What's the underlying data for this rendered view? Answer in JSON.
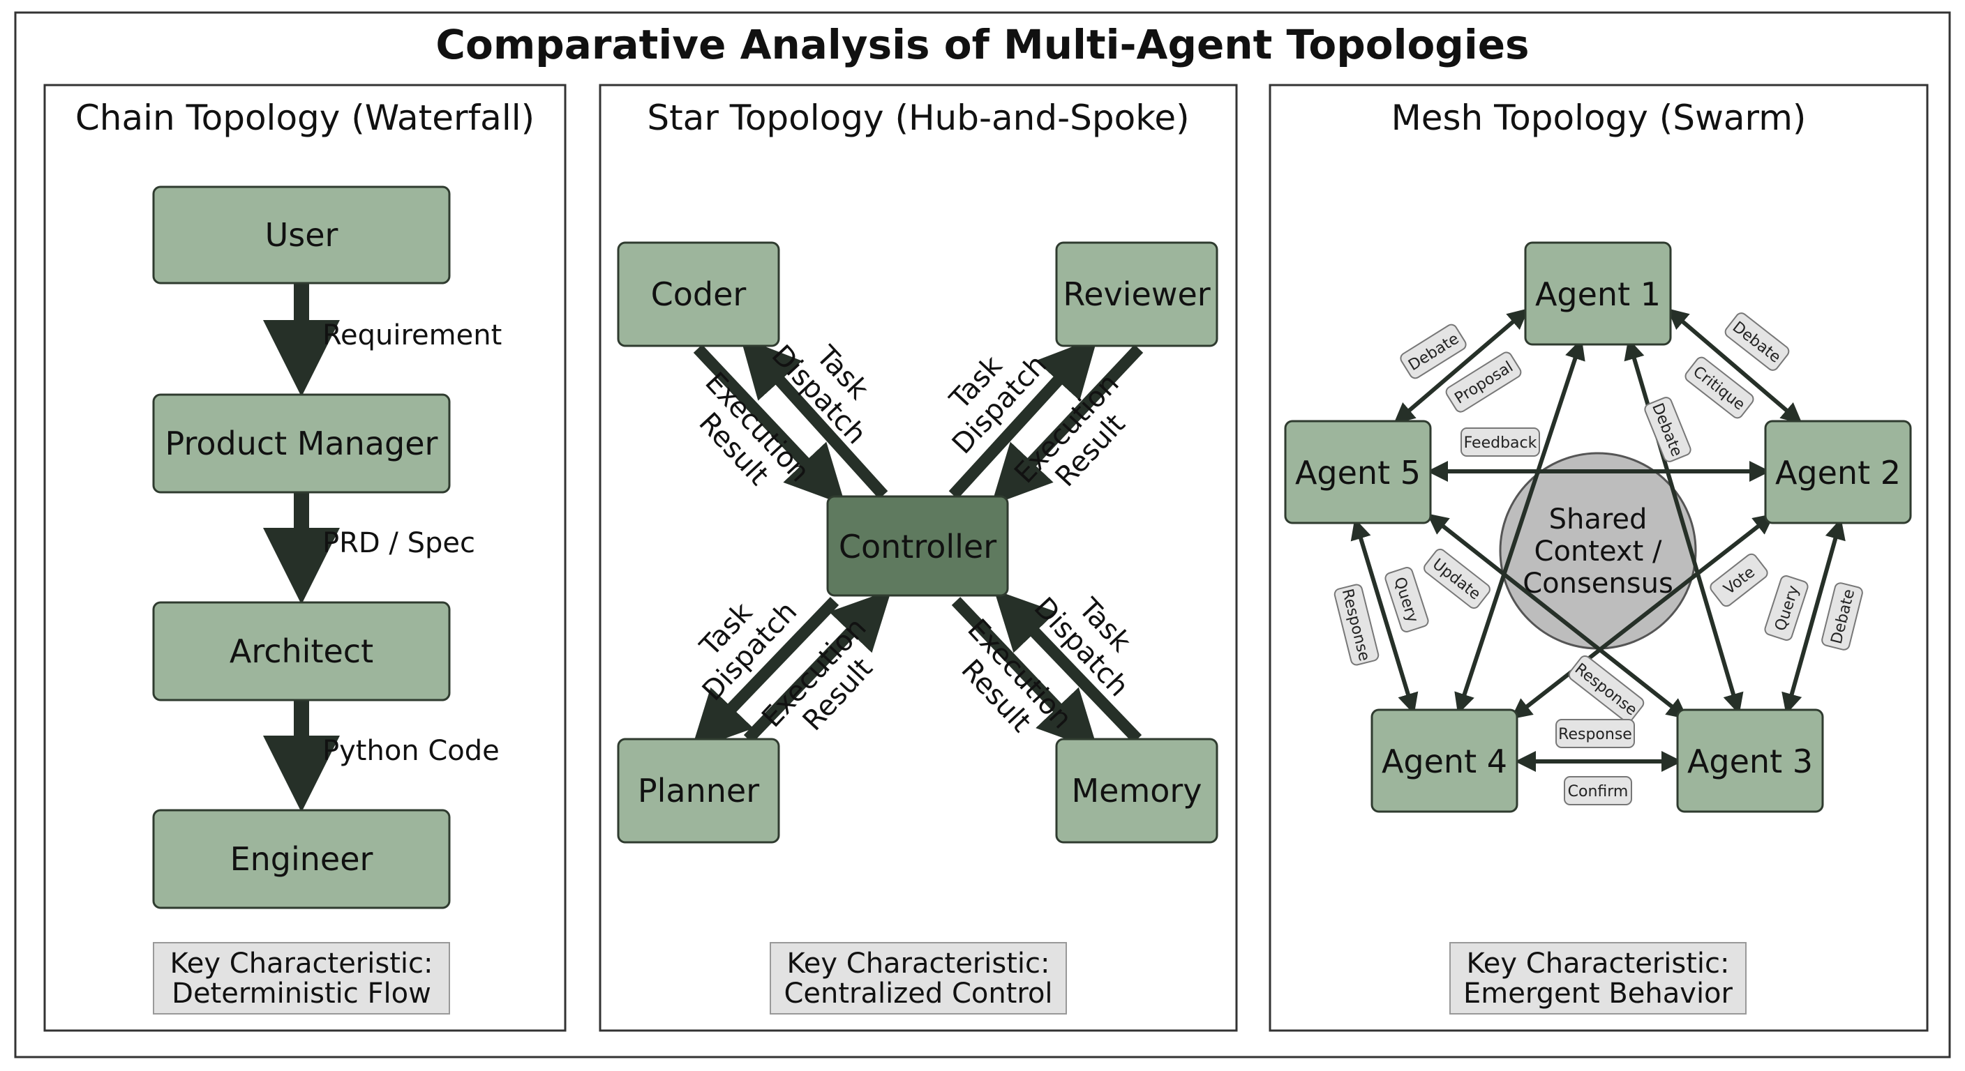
{
  "title": "Comparative Analysis of Multi-Agent Topologies",
  "colors": {
    "node_fill": "#9db59c",
    "node_stroke": "#2f3b2f",
    "controller_fill": "#5f7a5f",
    "arrow": "#263028",
    "key_fill": "#e2e2e2",
    "circle_fill": "#bdbdbd",
    "bubble_fill": "#e4e4e4"
  },
  "chain": {
    "title": "Chain Topology (Waterfall)",
    "nodes": [
      "User",
      "Product Manager",
      "Architect",
      "Engineer"
    ],
    "edges": [
      "Requirement",
      "PRD / Spec",
      "Python Code"
    ],
    "key_line1": "Key Characteristic:",
    "key_line2": "Deterministic Flow"
  },
  "star": {
    "title": "Star Topology (Hub-and-Spoke)",
    "hub": "Controller",
    "spokes": {
      "tl": "Coder",
      "tr": "Reviewer",
      "bl": "Planner",
      "br": "Memory"
    },
    "dispatch_line1": "Task",
    "dispatch_line2": "Dispatch",
    "result_line1": "Execution",
    "result_line2": "Result",
    "key_line1": "Key Characteristic:",
    "key_line2": "Centralized Control"
  },
  "mesh": {
    "title": "Mesh Topology (Swarm)",
    "agents": [
      "Agent 1",
      "Agent 2",
      "Agent 3",
      "Agent 4",
      "Agent 5"
    ],
    "shared_line1": "Shared",
    "shared_line2": "Context /",
    "shared_line3": "Consensus",
    "bubbles": {
      "debate_15": "Debate",
      "proposal": "Proposal",
      "debate_12": "Debate",
      "critique": "Critique",
      "debate_13": "Debate",
      "feedback": "Feedback",
      "update": "Update",
      "vote": "Vote",
      "query_54": "Query",
      "response_54": "Response",
      "query_23": "Query",
      "debate_23": "Debate",
      "response_53": "Response",
      "response_43": "Response",
      "confirm": "Confirm"
    },
    "key_line1": "Key Characteristic:",
    "key_line2": "Emergent Behavior"
  }
}
